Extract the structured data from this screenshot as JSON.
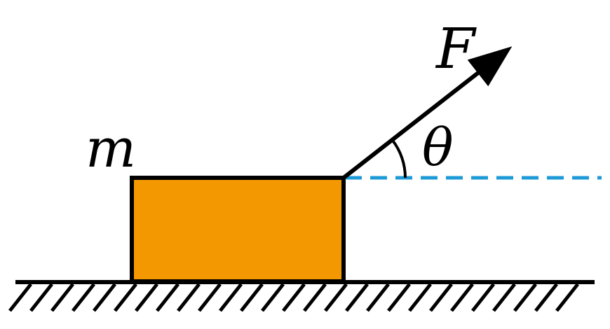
{
  "labels": {
    "mass": "m",
    "force": "F",
    "angle": "θ"
  },
  "colors": {
    "block_fill": "#F39800",
    "outline": "#000000",
    "reference_line": "#1E9BD7",
    "background": "#FFFFFF"
  },
  "angle_degrees": 38
}
